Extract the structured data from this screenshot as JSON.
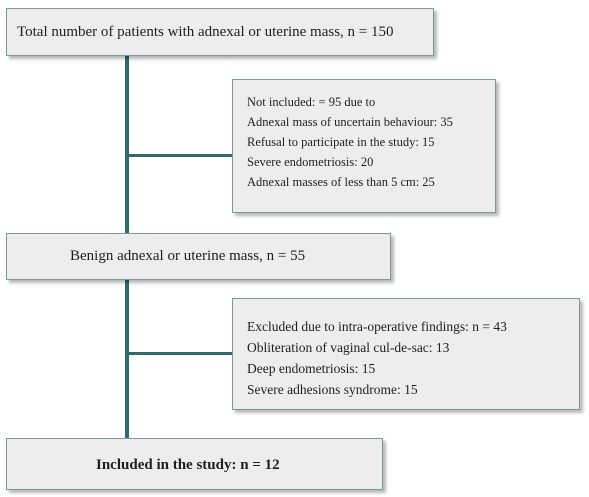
{
  "flowchart": {
    "total": {
      "label": "Total number of patients with adnexal or uterine mass, n = 150"
    },
    "not_included": {
      "lines": [
        "Not included: = 95 due to",
        "Adnexal mass of uncertain behaviour: 35",
        "Refusal to participate in the study: 15",
        "Severe endometriosis:  20",
        "Adnexal masses of less than 5 cm: 25"
      ]
    },
    "benign": {
      "label": "Benign adnexal or uterine mass, n = 55"
    },
    "excluded": {
      "lines": [
        "Excluded due to intra-operative findings: n = 43",
        "Obliteration of vaginal cul-de-sac: 13",
        "Deep endometriosis: 15",
        "Severe adhesions syndrome: 15"
      ]
    },
    "included": {
      "label": "Included in the study: n = 12"
    }
  },
  "colors": {
    "connector": "#2f6b68",
    "box_fill": "#ededed",
    "box_border": "#7a9a96"
  }
}
